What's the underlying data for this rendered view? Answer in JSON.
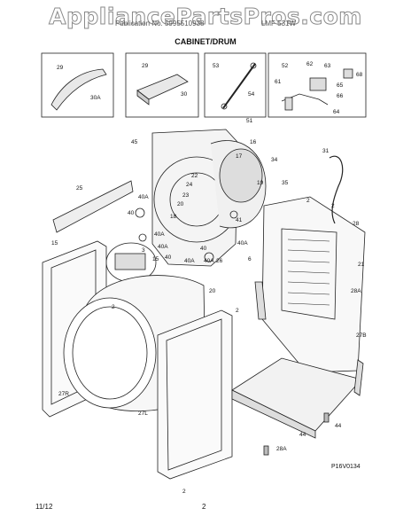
{
  "watermark": "AppliancePartsPros.com",
  "header": {
    "left": "Publication No. 5995510938",
    "right": "LMF 531W"
  },
  "section_title": "CABINET/DRUM",
  "callouts": [
    "29",
    "30A",
    "29",
    "30",
    "53",
    "54",
    "51",
    "52",
    "62",
    "63",
    "61",
    "65",
    "66",
    "64",
    "68",
    "45",
    "16",
    "17",
    "19",
    "34",
    "31",
    "25",
    "22",
    "24",
    "23",
    "20",
    "18",
    "40A",
    "40",
    "40A",
    "40",
    "40A",
    "41",
    "40A",
    "40A",
    "40",
    "40A",
    "26",
    "3",
    "15",
    "15",
    "20",
    "2",
    "35",
    "2",
    "2",
    "28",
    "6",
    "28A",
    "2",
    "21",
    "27L",
    "27R",
    "2",
    "27B",
    "44",
    "44",
    "28A"
  ],
  "diagram_code": "P16V0134",
  "footer": {
    "date": "11/12",
    "page": "2"
  }
}
